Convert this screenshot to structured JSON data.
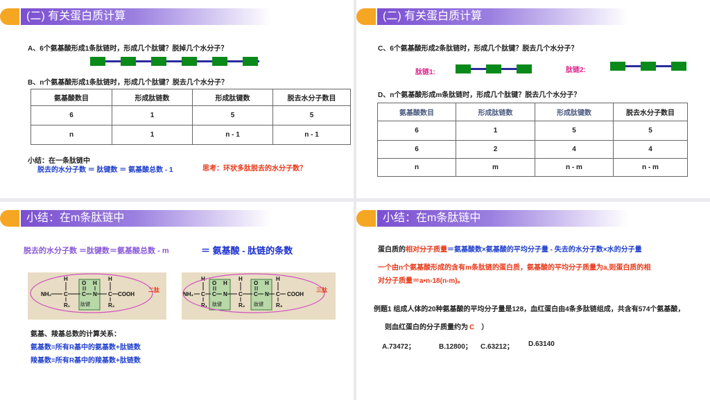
{
  "slide1": {
    "header": "(二) 有关蛋白质计算",
    "qA": "A、6个氨基酸形成1条肽链时，形成几个肽键？脱掉几个水分子？",
    "qB": "B、n个氨基酸形成1条肽链时，形成几个肽键？脱去几个水分子？",
    "table": {
      "headers": [
        "氨基酸数目",
        "形成肽链数",
        "形成肽键数",
        "脱去水分子数目"
      ],
      "rows": [
        [
          "6",
          "1",
          "5",
          "5"
        ],
        [
          "n",
          "1",
          "n - 1",
          "n - 1"
        ]
      ]
    },
    "summary_title": "小结：在一条肽链中",
    "summary_formula": "脱去的水分子数 ＝  肽键数  ＝  氨基酸总数 - 1",
    "think": "思考：环状多肽脱去的水分子数？"
  },
  "slide2": {
    "header": "(二) 有关蛋白质计算",
    "qC": "C、6个氨基酸形成2条肽链时，形成几个肽键？脱去几个水分子？",
    "chain1_label": "肽链1:",
    "chain2_label": "肽链2:",
    "qD": "D、n个氨基酸形成m条肽链时，形成几个肽键？脱去几个水分子？",
    "table": {
      "headers": [
        "氨基酸数目",
        "形成肽链数",
        "形成肽键数",
        "脱去水分子数目"
      ],
      "rows": [
        [
          "6",
          "1",
          "5",
          "5"
        ],
        [
          "6",
          "2",
          "4",
          "4"
        ],
        [
          "n",
          "m",
          "n - m",
          "n - m"
        ]
      ]
    }
  },
  "slide3": {
    "header": "小结：在m条肽链中",
    "formula_left": "脱去的水分子数 ＝肽键数＝氨基酸总数 - m",
    "formula_right": "＝ 氨基酸 - 肽链的条数",
    "mol1_tag": "二肽",
    "mol2_tag": "三肽",
    "bond_label": "肽键",
    "calc_title": "氨基、羧基总数的计算关系：",
    "amino": "氨基数=所有R基中的氨基数+肽链数",
    "carboxyl": "羧基数=所有R基中的羧基数+肽链数"
  },
  "slide4": {
    "header": "小结：在m条肽链中",
    "mw_prefix": "蛋白质的",
    "mw_highlight": "相对分子质量",
    "mw_rest": "＝氨基酸数×氨基酸的平均分子量 - 失去的水分子数×水的分子量",
    "red_line1": "一个由n个氨基酸形成的含有m条肽链的蛋白质，氨基酸的平均分子质量为a,则蛋白质的相",
    "red_line2": "对分子质量＝a•n-18(n-m)。",
    "example_line1": "例题1  组成人体的20种氨基酸的平均分子量是128，血红蛋白由4条多肽链组成，共含有574个氨基酸，",
    "example_line2_prefix": "则血红蛋白的分子质量约为",
    "example_mark": "C",
    "example_line2_suffix": "）",
    "options": [
      "A.73472；",
      "B.12800；",
      "C.63212；",
      "D.63140"
    ]
  }
}
